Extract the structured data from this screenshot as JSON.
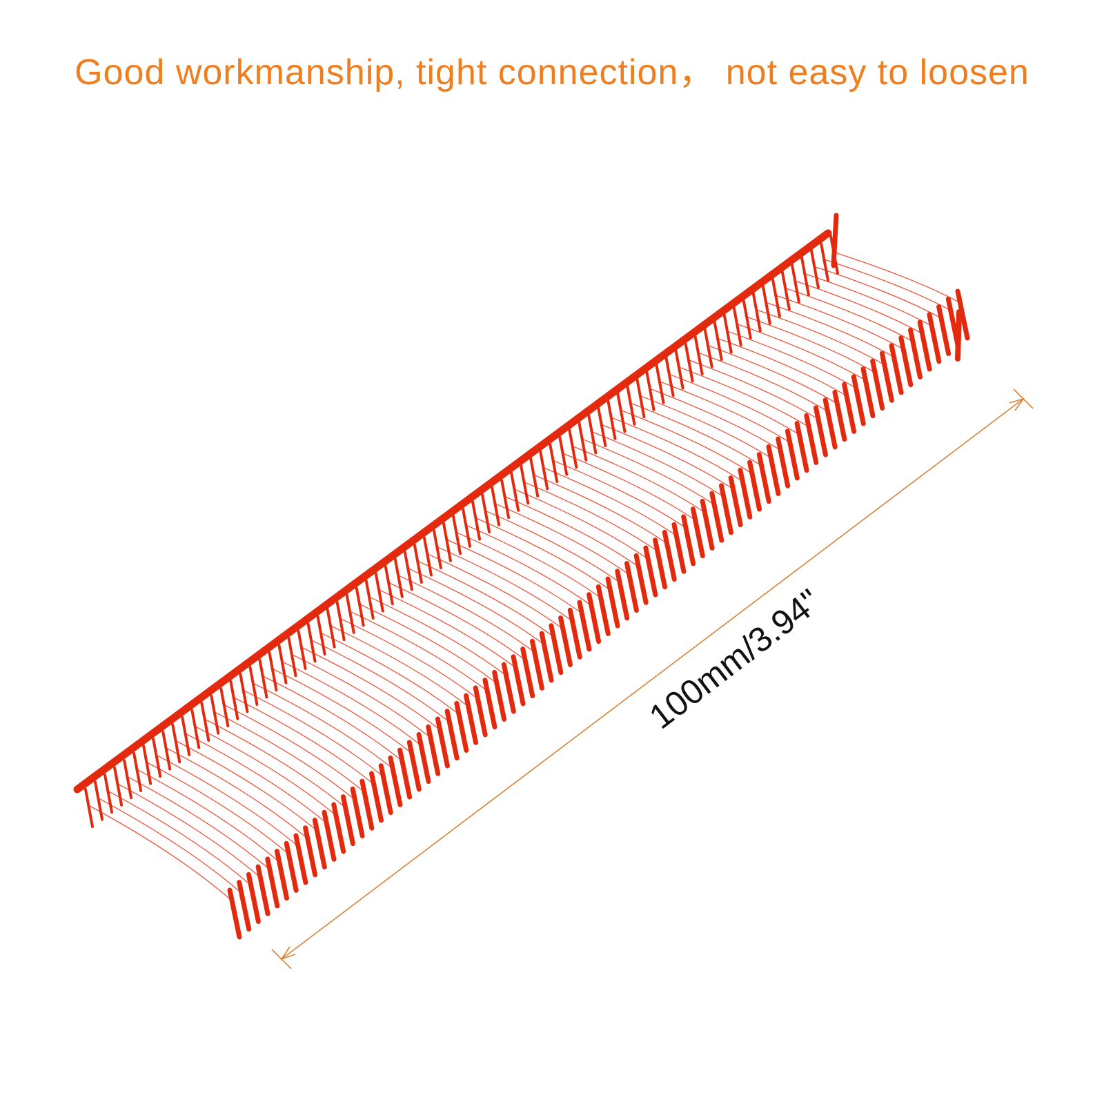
{
  "headline": {
    "text": "Good workmanship, tight connection， not easy to loosen",
    "color": "#f07e1e"
  },
  "product": {
    "icon": "tag-pin-fastener-strip",
    "color": "#e32a0e",
    "pin_count": 78
  },
  "dimension": {
    "label": "100mm/3.94\"",
    "line_color": "#d9823a"
  }
}
